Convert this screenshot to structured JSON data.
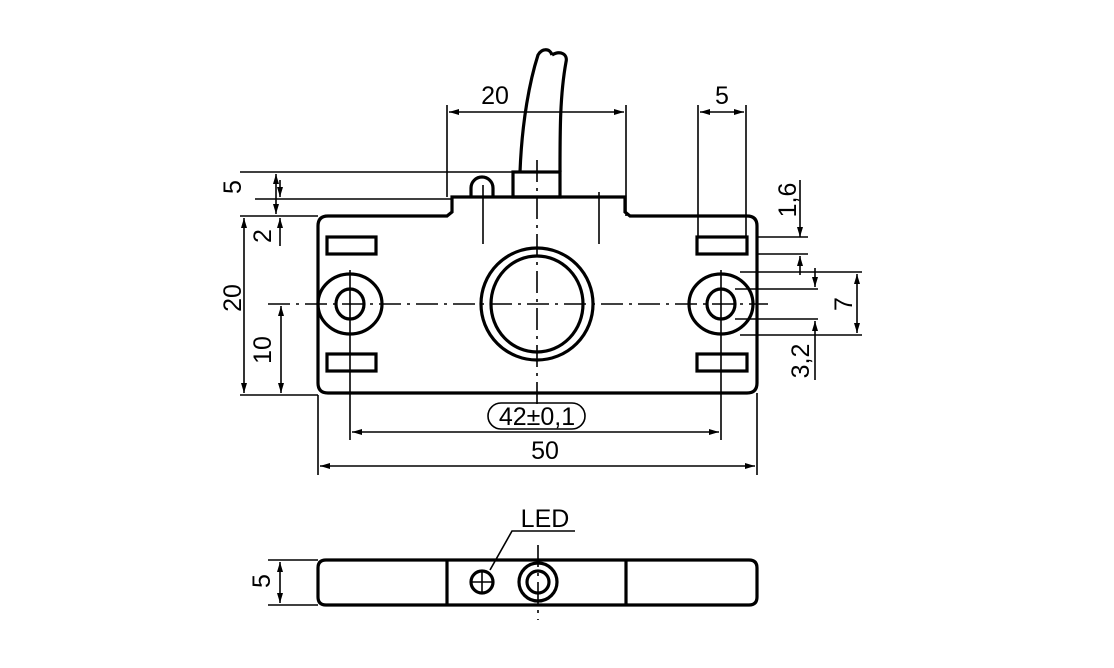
{
  "drawing": {
    "top_view": {
      "dim_cable_width": "20",
      "dim_slot_width": "5",
      "dim_top_height": "5",
      "dim_step": "2",
      "dim_body_height": "20",
      "dim_center_height": "10",
      "dim_slot_height": "1,6",
      "dim_hole_outer": "7",
      "dim_hole_inner": "3,2",
      "dim_hole_spacing": "42±0,1",
      "dim_total_width": "50"
    },
    "side_view": {
      "led_label": "LED",
      "dim_thickness": "5"
    }
  }
}
